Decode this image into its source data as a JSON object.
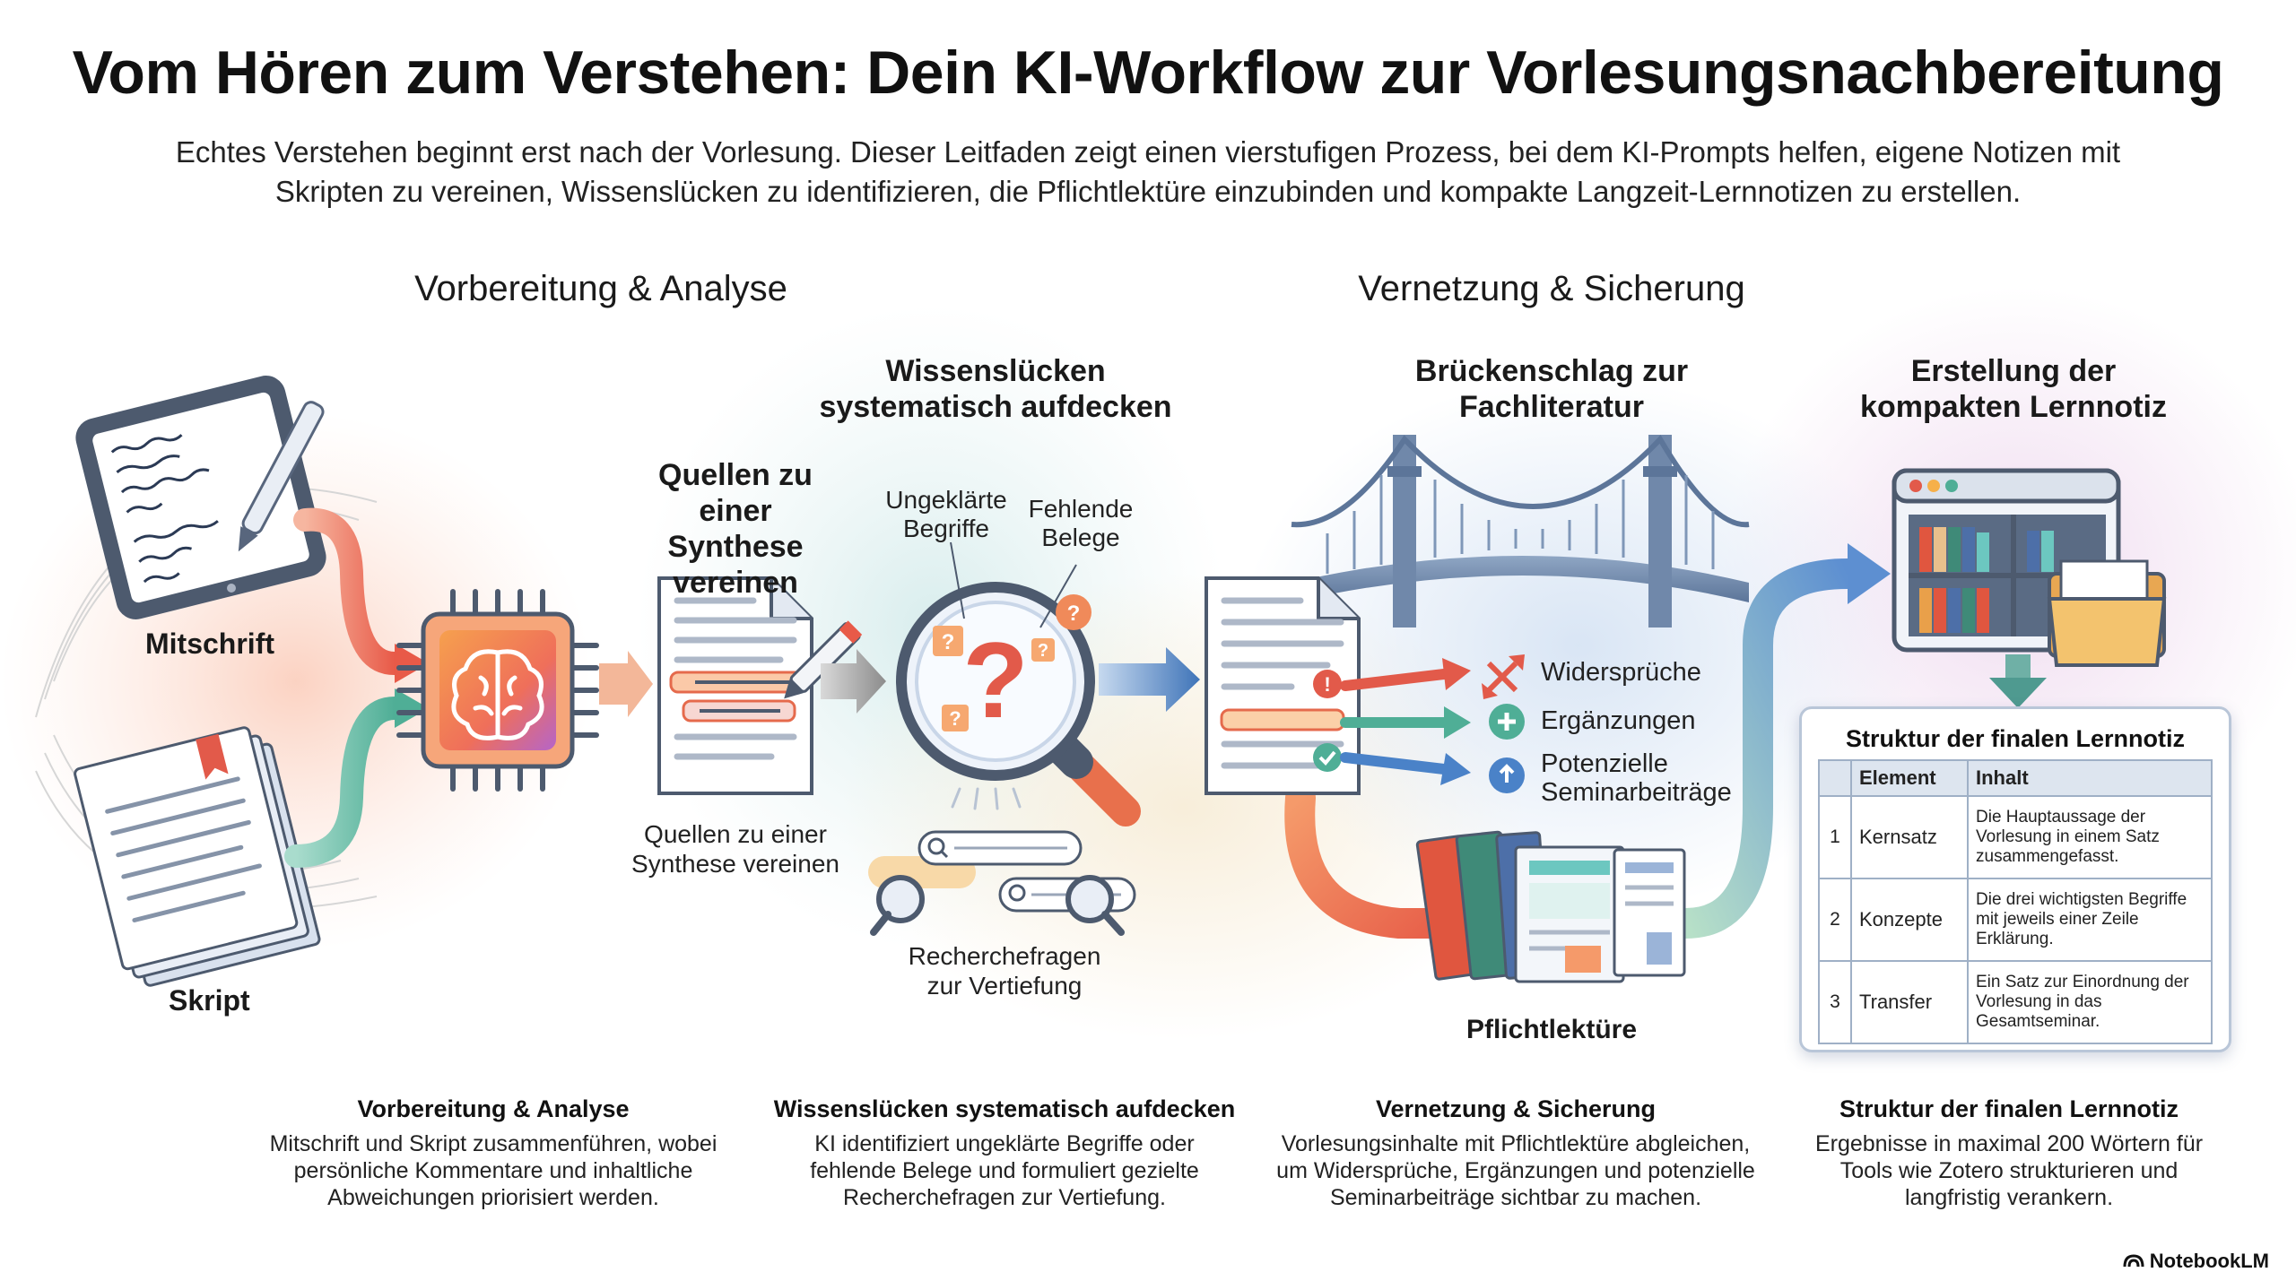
{
  "header": {
    "title": "Vom Hören zum Verstehen: Dein KI-Workflow zur Vorlesungsnachbereitung",
    "subtitle": "Echtes Verstehen beginnt erst nach der Vorlesung. Dieser Leitfaden zeigt einen vierstufigen Prozess, bei dem KI-Prompts helfen, eigene Notizen mit Skripten zu vereinen, Wissenslücken zu identifizieren, die Pflichtlektüre einzubinden und kompakte Langzeit-Lernnotizen zu erstellen."
  },
  "sections": {
    "left": "Vorbereitung & Analyse",
    "right": "Vernetzung & Sicherung"
  },
  "inputs": {
    "mitschrift": "Mitschrift",
    "skript": "Skript"
  },
  "stages": {
    "synthese": {
      "title": "Quellen zu einer Synthese vereinen",
      "caption": "Quellen zu einer Synthese vereinen"
    },
    "luecken": {
      "title": "Wissenslücken systematisch aufdecken",
      "bubble_1": "Ungeklärte Begriffe",
      "bubble_2": "Fehlende Belege",
      "caption": "Recherchefragen zur Vertiefung"
    },
    "bruecke": {
      "title": "Brückenschlag zur Fachliteratur",
      "outputs": [
        "Widersprüche",
        "Ergänzungen",
        "Potenzielle Seminarbeiträge"
      ],
      "lektuere": "Pflichtlektüre"
    },
    "lernnotiz": {
      "title": "Erstellung der kompakten Lernnotiz"
    }
  },
  "table": {
    "title": "Struktur der finalen Lernnotiz",
    "headers": [
      "Element",
      "Inhalt"
    ],
    "rows": [
      {
        "num": "1",
        "element": "Kernsatz",
        "inhalt": "Die Hauptaussage der Vorlesung in einem Satz zusammengefasst."
      },
      {
        "num": "2",
        "element": "Konzepte",
        "inhalt": "Die drei wichtigsten Begriffe mit jeweils einer Zeile Erklärung."
      },
      {
        "num": "3",
        "element": "Transfer",
        "inhalt": "Ein Satz zur Einordnung der Vorlesung in das Gesamtseminar."
      }
    ]
  },
  "captions": [
    {
      "title": "Vorbereitung & Analyse",
      "body": "Mitschrift und Skript zusammenführen, wobei persönliche Kommentare und inhaltliche Abweichungen priorisiert werden."
    },
    {
      "title": "Wissenslücken systematisch aufdecken",
      "body": "KI identifiziert ungeklärte Begriffe oder fehlende Belege und formuliert gezielte Recherchefragen zur Vertiefung."
    },
    {
      "title": "Vernetzung & Sicherung",
      "body": "Vorlesungsinhalte mit Pflichtlektüre abgleichen, um Widersprüche, Ergänzungen und potenzielle Seminarbeiträge sichtbar zu machen."
    },
    {
      "title": "Struktur der finalen Lernnotiz",
      "body": "Ergebnisse in maximal 200 Wörtern für Tools wie Zotero strukturieren und langfristig verankern."
    }
  ],
  "footer": {
    "brand": "NotebookLM"
  },
  "colors": {
    "accent_orange": "#f0805a",
    "accent_teal": "#5fb8a8",
    "accent_blue": "#4a82c8",
    "accent_red": "#e25a4a",
    "accent_green": "#3fa07a"
  }
}
